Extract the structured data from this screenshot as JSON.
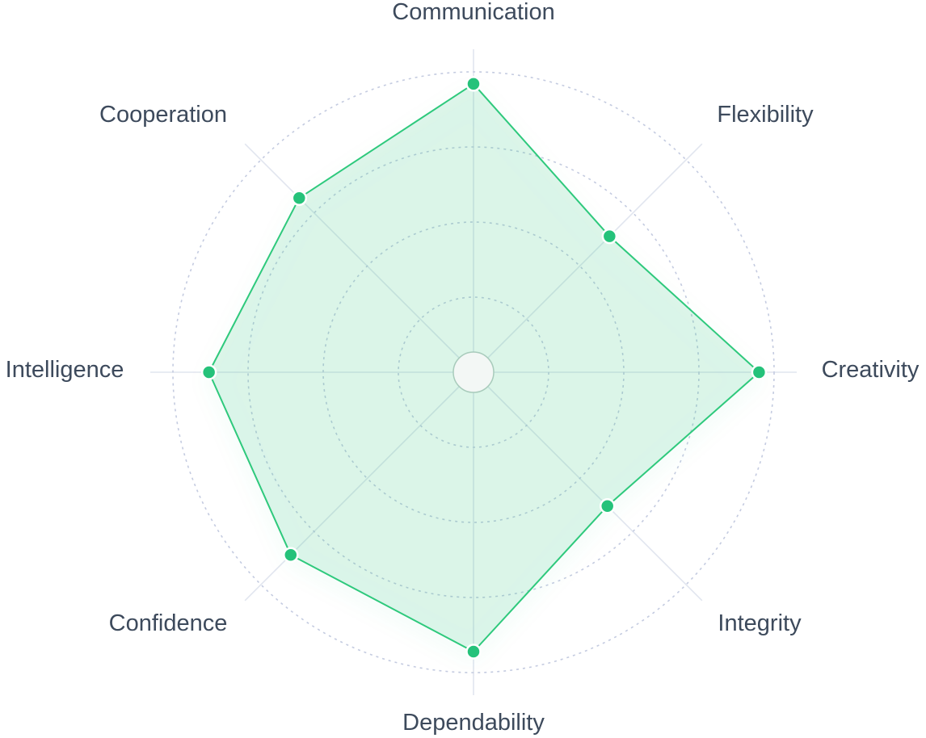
{
  "chart_data": {
    "type": "radar",
    "title": "",
    "axes": [
      "Communication",
      "Flexibility",
      "Creativity",
      "Integrity",
      "Dependability",
      "Confidence",
      "Intelligence",
      "Cooperation"
    ],
    "rlim": [
      0,
      100
    ],
    "rings": [
      25,
      50,
      75,
      100
    ],
    "series": [
      {
        "values": [
          96,
          64,
          95,
          63,
          93,
          86,
          88,
          82
        ]
      }
    ],
    "grid": true,
    "legend": "none",
    "colors": {
      "line": "#2ec97c",
      "fill": "#3fc98a",
      "point": "#25c27a",
      "grid": "#c4cbe0",
      "label": "#3d4a5c"
    }
  }
}
